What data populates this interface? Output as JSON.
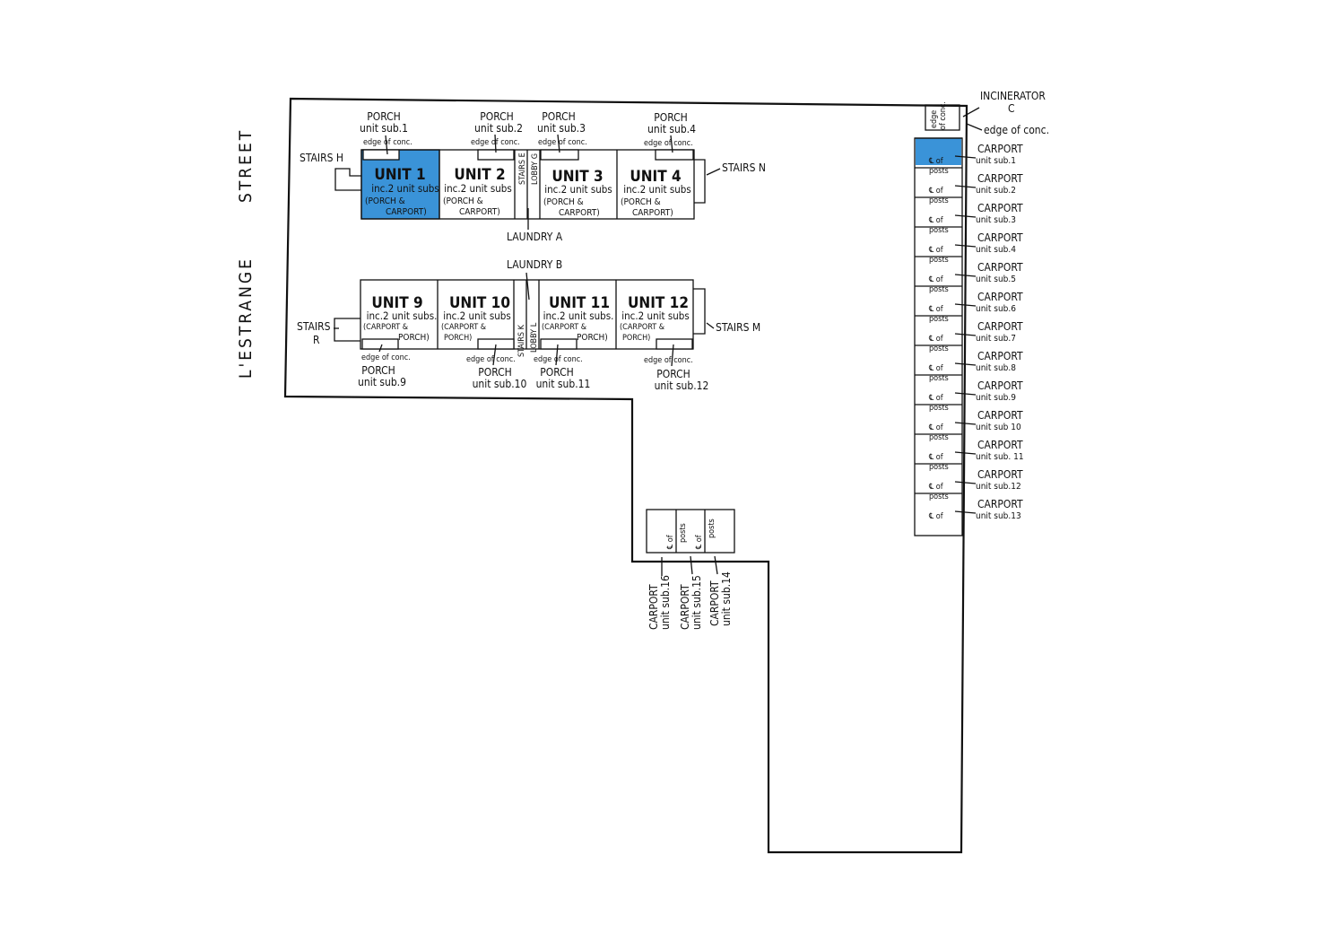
{
  "highlight_color": "#3a93d8",
  "street": {
    "word1": "L'ESTRANGE",
    "word2": "STREET"
  },
  "units": [
    {
      "name": "UNIT 1",
      "line1": "inc.2 unit subs",
      "line2": "(PORCH &",
      "line3": "CARPORT)",
      "highlighted": true
    },
    {
      "name": "UNIT 2",
      "line1": "inc.2 unit subs",
      "line2": "(PORCH &",
      "line3": "CARPORT)",
      "highlighted": false
    },
    {
      "name": "UNIT 3",
      "line1": "inc.2 unit subs",
      "line2": "(PORCH &",
      "line3": "CARPORT)",
      "highlighted": false
    },
    {
      "name": "UNIT 4",
      "line1": "inc.2 unit subs",
      "line2": "(PORCH &",
      "line3": "CARPORT)",
      "highlighted": false
    },
    {
      "name": "UNIT 9",
      "line1": "inc.2 unit subs.",
      "line2": "(CARPORT &",
      "line3": "PORCH)",
      "highlighted": false
    },
    {
      "name": "UNIT 10",
      "line1": "inc.2 unit subs",
      "line2": "(CARPORT &",
      "line3": "PORCH)",
      "highlighted": false
    },
    {
      "name": "UNIT 11",
      "line1": "inc.2 unit subs.",
      "line2": "(CARPORT &",
      "line3": "PORCH)",
      "highlighted": false
    },
    {
      "name": "UNIT 12",
      "line1": "inc.2 unit subs",
      "line2": "(CARPORT &",
      "line3": "PORCH)",
      "highlighted": false
    }
  ],
  "porches": [
    {
      "title": "PORCH",
      "sub": "unit sub.1"
    },
    {
      "title": "PORCH",
      "sub": "unit sub.2"
    },
    {
      "title": "PORCH",
      "sub": "unit sub.3"
    },
    {
      "title": "PORCH",
      "sub": "unit sub.4"
    },
    {
      "title": "PORCH",
      "sub": "unit sub.9"
    },
    {
      "title": "PORCH",
      "sub": "unit sub.10"
    },
    {
      "title": "PORCH",
      "sub": "unit sub.11"
    },
    {
      "title": "PORCH",
      "sub": "unit sub.12"
    }
  ],
  "edge_label": "edge of conc.",
  "edge_label_short": "edge of conc.",
  "edge_stacked": {
    "a": "edge",
    "b": "of conc."
  },
  "stairs": {
    "h": "STAIRS H",
    "n": "STAIRS N",
    "r1": "STAIRS",
    "r2": "R",
    "m": "STAIRS M",
    "e": "STAIRS E",
    "k": "STAIRS K"
  },
  "lobbies": {
    "g": "LOBBY G",
    "l": "LOBBY L"
  },
  "laundry": {
    "a": "LAUNDRY A",
    "b": "LAUNDRY B"
  },
  "incinerator": {
    "l1": "INCINERATOR",
    "l2": "C"
  },
  "posts": {
    "cl": "℄ of",
    "p": "posts"
  },
  "carports_right": [
    {
      "title": "CARPORT",
      "sub": "unit sub.1",
      "highlighted": true
    },
    {
      "title": "CARPORT",
      "sub": "unit sub.2",
      "highlighted": false
    },
    {
      "title": "CARPORT",
      "sub": "unit sub.3",
      "highlighted": false
    },
    {
      "title": "CARPORT",
      "sub": "unit sub.4",
      "highlighted": false
    },
    {
      "title": "CARPORT",
      "sub": "unit sub.5",
      "highlighted": false
    },
    {
      "title": "CARPORT",
      "sub": "unit sub.6",
      "highlighted": false
    },
    {
      "title": "CARPORT",
      "sub": "unit sub.7",
      "highlighted": false
    },
    {
      "title": "CARPORT",
      "sub": "unit sub.8",
      "highlighted": false
    },
    {
      "title": "CARPORT",
      "sub": "unit sub.9",
      "highlighted": false
    },
    {
      "title": "CARPORT",
      "sub": "unit sub 10",
      "highlighted": false
    },
    {
      "title": "CARPORT",
      "sub": "unit sub. 11",
      "highlighted": false
    },
    {
      "title": "CARPORT",
      "sub": "unit sub.12",
      "highlighted": false
    },
    {
      "title": "CARPORT",
      "sub": "unit sub.13",
      "highlighted": false
    }
  ],
  "carports_bottom": [
    {
      "title": "CARPORT",
      "sub": "unit sub.16"
    },
    {
      "title": "CARPORT",
      "sub": "unit sub.15"
    },
    {
      "title": "CARPORT",
      "sub": "unit sub.14"
    }
  ]
}
